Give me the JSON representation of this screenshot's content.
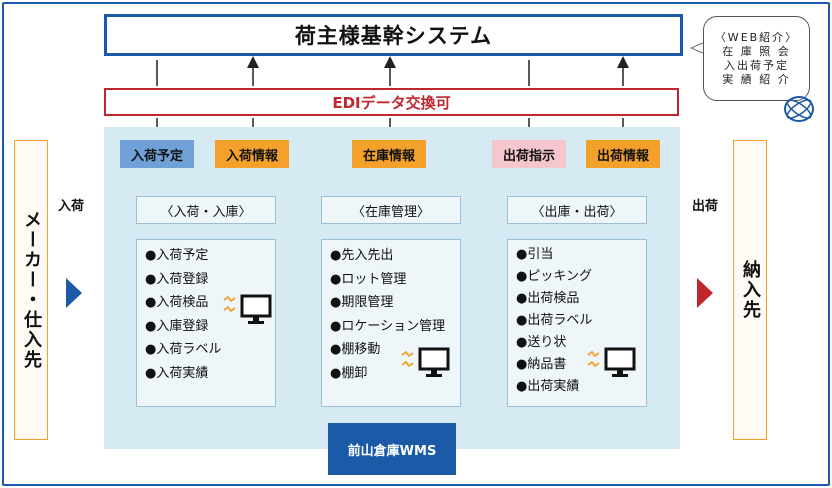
{
  "header": {
    "title": "荷主様基幹システム",
    "edi_label": "EDIデータ交換可"
  },
  "callout": {
    "lines": [
      "〈WEB紹介〉",
      "在 庫 照 会",
      "入出荷予定",
      "実 績 紹 介"
    ]
  },
  "left_party": "メーカー・仕入先",
  "right_party": "納入先",
  "inbound_label": "入荷",
  "outbound_label": "出荷",
  "tags": {
    "inbound_plan": "入荷予定",
    "inbound_info": "入荷情報",
    "stock_info": "在庫情報",
    "shipping_instruction": "出荷指示",
    "shipping_info": "出荷情報"
  },
  "columns": [
    {
      "title": "〈入荷・入庫〉",
      "items": [
        "●入荷予定",
        "●入荷登録",
        "●入荷検品",
        "●入庫登録",
        "●入荷ラベル",
        "●入荷実績"
      ]
    },
    {
      "title": "〈在庫管理〉",
      "items": [
        "●先入先出",
        "●ロット管理",
        "●期限管理",
        "●ロケーション管理",
        "●棚移動",
        "●棚卸"
      ]
    },
    {
      "title": "〈出庫・出荷〉",
      "items": [
        "●引当",
        "●ピッキング",
        "●出荷検品",
        "●出荷ラベル",
        "●送り状",
        "●納品書",
        "●出荷実績"
      ]
    }
  ],
  "wms_label": "前山倉庫WMS",
  "colors": {
    "blue": "#1a5aa6",
    "red": "#c0262d",
    "orange": "#f4a12b",
    "light_blue": "#d6eaf3",
    "tag_blue": "#6fa1d8",
    "tag_pink": "#f6c6cf"
  }
}
